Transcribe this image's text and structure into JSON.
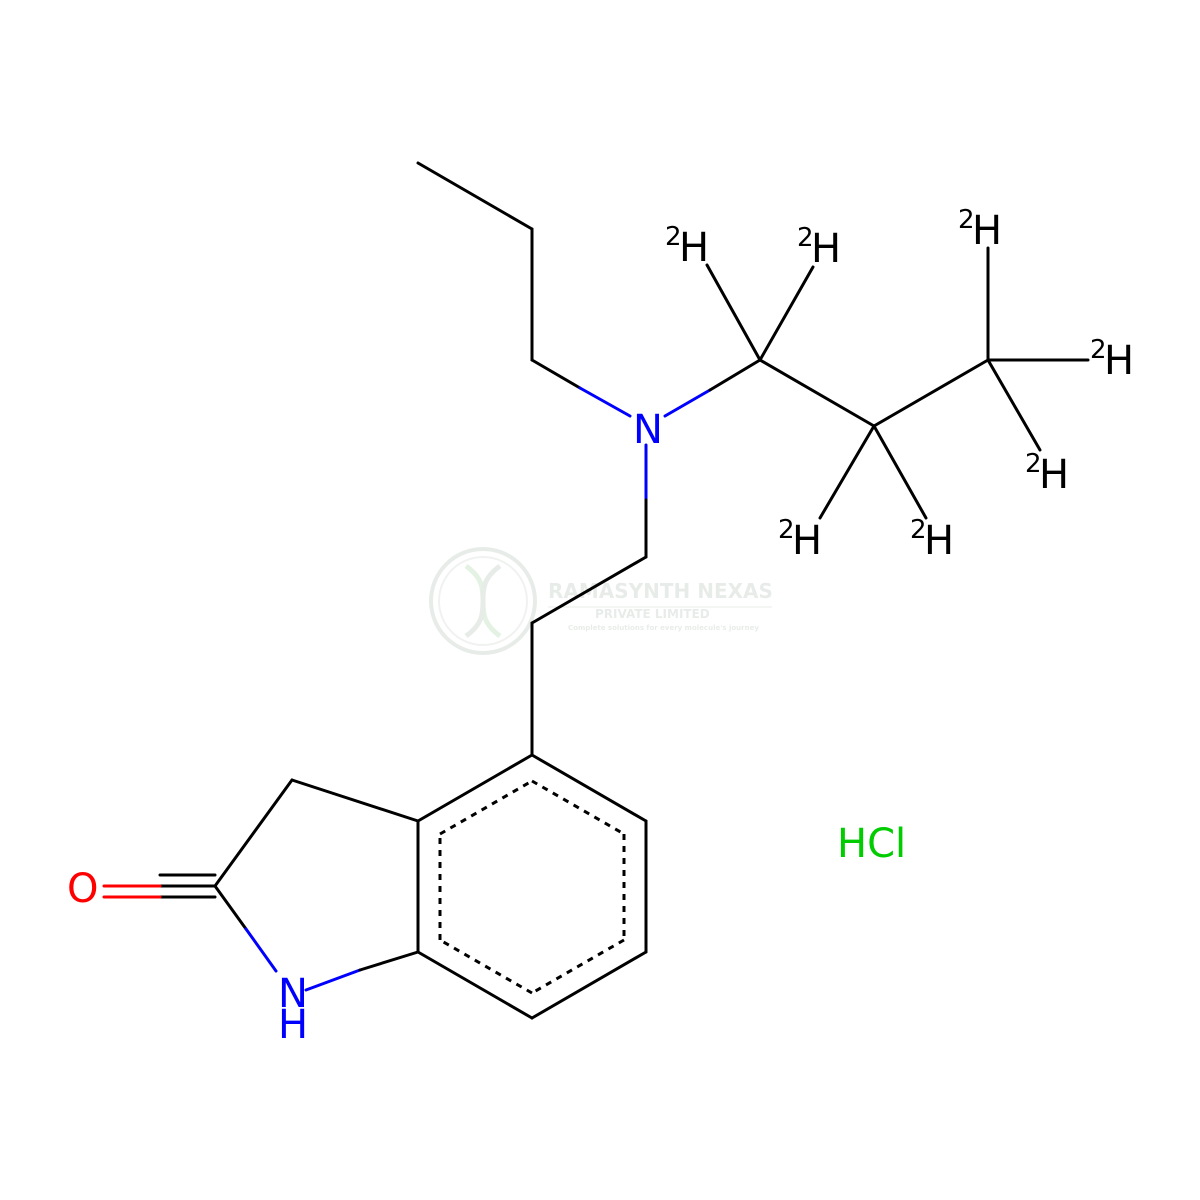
{
  "molecule": {
    "atoms": {
      "n_amine": "N",
      "n_ring": "N",
      "h_ring": "H",
      "o_carbonyl": "O",
      "salt": "HCl",
      "deuterium_symbol": "H",
      "deuterium_mass": "2"
    },
    "colors": {
      "bond": "#000000",
      "nitrogen": "#0000ff",
      "oxygen": "#ff0000",
      "chlorine": "#00cc00",
      "watermark": "#d6ddd6"
    }
  },
  "watermark": {
    "company": "RAMASYNTH NEXAS",
    "subtitle": "PRIVATE LIMITED",
    "tagline": "Complete solutions for every molecule's journey"
  }
}
